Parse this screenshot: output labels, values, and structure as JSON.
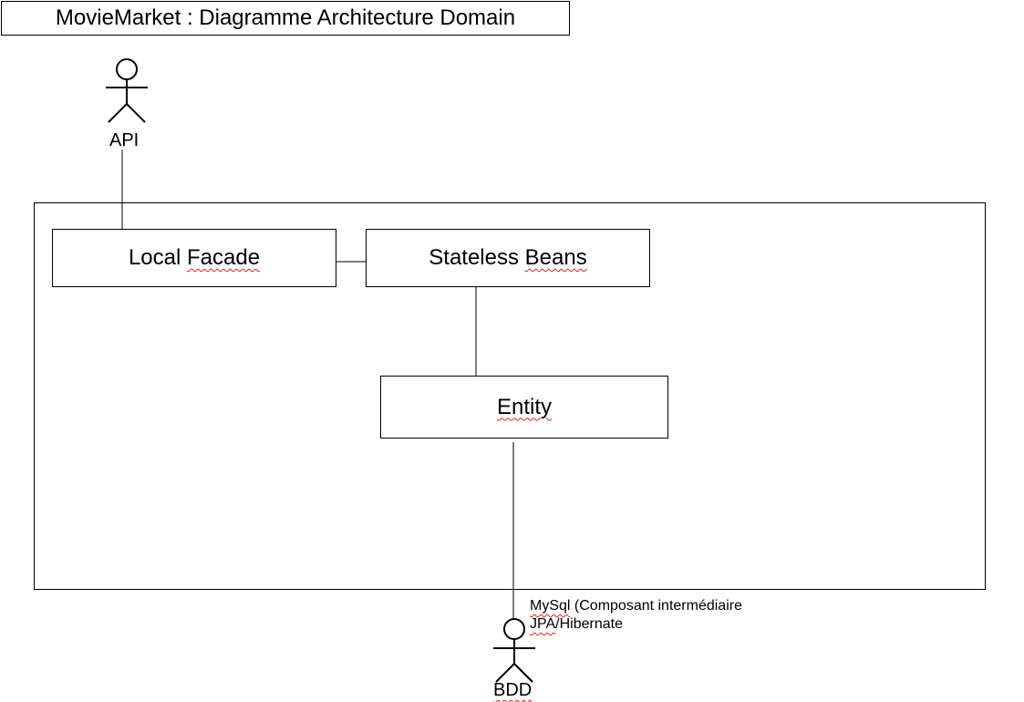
{
  "title": "MovieMarket : Diagramme Architecture Domain",
  "actors": {
    "api": "API",
    "bdd": "BDD"
  },
  "nodes": {
    "local_facade": {
      "word1": "Local",
      "word2": "Facade"
    },
    "stateless_beans": {
      "word1": "Stateless",
      "word2": "Beans"
    },
    "entity": "Entity"
  },
  "note": {
    "line1_word": "MySql",
    "line1_rest": "(Composant intermédiaire",
    "line2_word": "JPA",
    "line2_rest": "/Hibernate"
  },
  "colors": {
    "line": "#000000",
    "spellcheck": "#e0201b"
  }
}
